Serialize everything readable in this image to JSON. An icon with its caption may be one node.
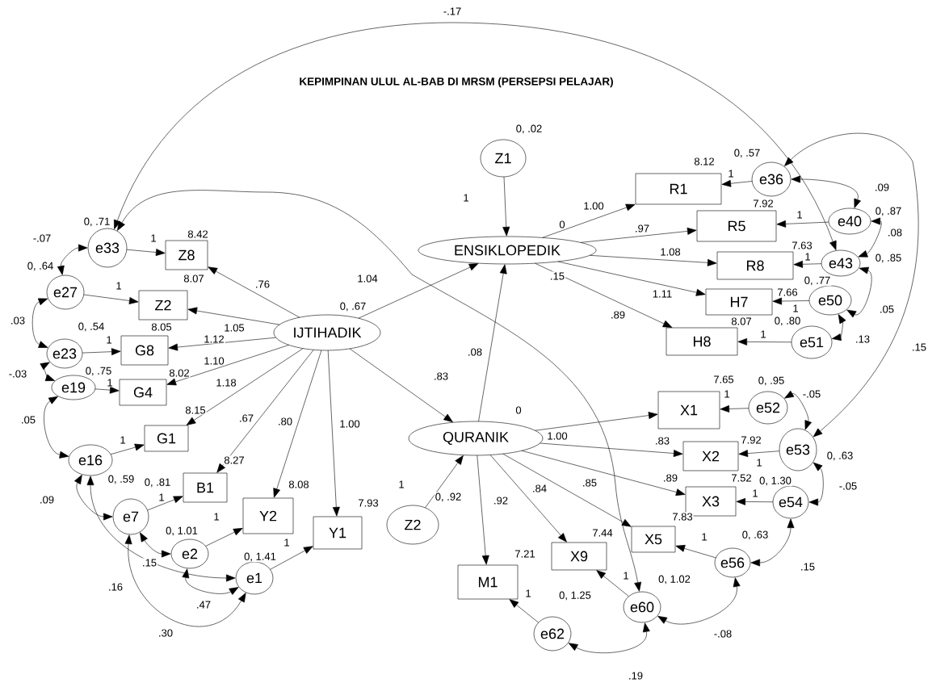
{
  "diagram": {
    "title": "KEPIMPINAN ULUL AL-BAB DI MRSM (PERSEPSI PELAJAR)",
    "nodes": [
      {
        "text": [
          "IJTIHADIK"
        ],
        "beside": [
          "0, .67"
        ]
      },
      {
        "text": [
          "ENSIKLOPEDIK"
        ],
        "beside": [
          "0",
          ".15"
        ]
      },
      {
        "text": [
          "QURANIK"
        ],
        "beside": [
          "0"
        ]
      },
      {
        "text": [
          "Z1"
        ],
        "beside": [
          "0, .02"
        ]
      },
      {
        "text": [
          "Z2"
        ],
        "beside": [
          "0, .92"
        ]
      },
      {
        "text": [
          "Z8"
        ],
        "beside": [
          "8.42"
        ]
      },
      {
        "text": [
          "Z2"
        ],
        "beside": [
          "8.07"
        ]
      },
      {
        "text": [
          "G8"
        ],
        "beside": [
          "8.05"
        ]
      },
      {
        "text": [
          "G4"
        ],
        "beside": [
          "8.02"
        ]
      },
      {
        "text": [
          "G1"
        ],
        "beside": [
          "8.15"
        ]
      },
      {
        "text": [
          "B1"
        ],
        "beside": [
          "8.27"
        ]
      },
      {
        "text": [
          "Y2"
        ],
        "beside": [
          "8.08"
        ]
      },
      {
        "text": [
          "Y1"
        ],
        "beside": [
          "7.93"
        ]
      },
      {
        "text": [
          "e33"
        ],
        "beside": [
          "0, .71"
        ]
      },
      {
        "text": [
          "e27"
        ],
        "beside": [
          "0, .64"
        ]
      },
      {
        "text": [
          "e23"
        ],
        "beside": [
          "0, .54"
        ]
      },
      {
        "text": [
          "e19"
        ],
        "beside": [
          "0, .75"
        ]
      },
      {
        "text": [
          "e16"
        ],
        "beside": [
          "0, .59"
        ]
      },
      {
        "text": [
          "e7"
        ],
        "beside": [
          "0, .81"
        ]
      },
      {
        "text": [
          "e2"
        ],
        "beside": [
          "0, 1.01"
        ]
      },
      {
        "text": [
          "e1"
        ],
        "beside": [
          "0, 1.41"
        ]
      },
      {
        "text": [
          "R1"
        ],
        "beside": [
          "8.12"
        ]
      },
      {
        "text": [
          "R5"
        ],
        "beside": [
          "7.92"
        ]
      },
      {
        "text": [
          "R8"
        ],
        "beside": [
          "7.63"
        ]
      },
      {
        "text": [
          "H7"
        ],
        "beside": [
          "7.66"
        ]
      },
      {
        "text": [
          "H8"
        ],
        "beside": [
          "8.07"
        ]
      },
      {
        "text": [
          "e36"
        ],
        "beside": [
          "0, .57"
        ]
      },
      {
        "text": [
          "e40"
        ],
        "beside": [
          "0, .87"
        ]
      },
      {
        "text": [
          "e43"
        ],
        "beside": [
          "0, .85"
        ]
      },
      {
        "text": [
          "e50"
        ],
        "beside": [
          "0, .77"
        ]
      },
      {
        "text": [
          "e51"
        ],
        "beside": [
          "0, .80"
        ]
      },
      {
        "text": [
          "X1"
        ],
        "beside": [
          "7.65"
        ]
      },
      {
        "text": [
          "X2"
        ],
        "beside": [
          "7.92"
        ]
      },
      {
        "text": [
          "X3"
        ],
        "beside": [
          "7.52"
        ]
      },
      {
        "text": [
          "X5"
        ],
        "beside": [
          "7.83"
        ]
      },
      {
        "text": [
          "X9"
        ],
        "beside": [
          "7.44"
        ]
      },
      {
        "text": [
          "M1"
        ],
        "beside": [
          "7.21"
        ]
      },
      {
        "text": [
          "e52"
        ],
        "beside": [
          "0, .95"
        ]
      },
      {
        "text": [
          "e53"
        ],
        "beside": [
          "0, .63"
        ]
      },
      {
        "text": [
          "e54"
        ],
        "beside": [
          "0, 1.30"
        ]
      },
      {
        "text": [
          "e56"
        ],
        "beside": [
          "0, .63"
        ]
      },
      {
        "text": [
          "e60"
        ],
        "beside": [
          "0, 1.02"
        ]
      },
      {
        "text": [
          "e62"
        ],
        "beside": [
          "0, 1.25"
        ]
      }
    ],
    "edges": [
      {
        "from": 0,
        "to": 1,
        "arrow": "to",
        "label": "1.04"
      },
      {
        "from": 0,
        "to": 2,
        "arrow": "to",
        "label": ".83"
      },
      {
        "from": 2,
        "to": 1,
        "arrow": "to",
        "label": ".08"
      },
      {
        "from": 3,
        "to": 1,
        "arrow": "to",
        "label": "1"
      },
      {
        "from": 4,
        "to": 2,
        "arrow": "to",
        "label": "1"
      },
      {
        "from": 0,
        "to": 5,
        "arrow": "to",
        "label": ".76"
      },
      {
        "from": 0,
        "to": 6,
        "arrow": "to",
        "label": "1.05"
      },
      {
        "from": 0,
        "to": 7,
        "arrow": "to",
        "label": "1.12"
      },
      {
        "from": 0,
        "to": 8,
        "arrow": "to",
        "label": "1.10"
      },
      {
        "from": 0,
        "to": 9,
        "arrow": "to",
        "label": "1.18"
      },
      {
        "from": 0,
        "to": 10,
        "arrow": "to",
        "label": ".67"
      },
      {
        "from": 0,
        "to": 11,
        "arrow": "to",
        "label": ".80"
      },
      {
        "from": 0,
        "to": 12,
        "arrow": "to",
        "label": "1.00"
      },
      {
        "from": 13,
        "to": 5,
        "arrow": "to",
        "label": "1"
      },
      {
        "from": 14,
        "to": 6,
        "arrow": "to",
        "label": "1"
      },
      {
        "from": 15,
        "to": 7,
        "arrow": "to",
        "label": "1"
      },
      {
        "from": 16,
        "to": 8,
        "arrow": "to",
        "label": "1"
      },
      {
        "from": 17,
        "to": 9,
        "arrow": "to",
        "label": "1"
      },
      {
        "from": 18,
        "to": 10,
        "arrow": "to",
        "label": "1"
      },
      {
        "from": 19,
        "to": 11,
        "arrow": "to",
        "label": "1"
      },
      {
        "from": 20,
        "to": 12,
        "arrow": "to",
        "label": "1"
      },
      {
        "from": 13,
        "to": 14,
        "arrow": "both",
        "label": "-.07"
      },
      {
        "from": 14,
        "to": 15,
        "arrow": "both",
        "label": ".03"
      },
      {
        "from": 15,
        "to": 16,
        "arrow": "both",
        "label": "-.03"
      },
      {
        "from": 16,
        "to": 17,
        "arrow": "both",
        "label": ".05"
      },
      {
        "from": 17,
        "to": 18,
        "arrow": "both",
        "label": ".09"
      },
      {
        "from": 18,
        "to": 19,
        "arrow": "both",
        "label": ".15"
      },
      {
        "from": 17,
        "to": 20,
        "arrow": "both",
        "label": ".16"
      },
      {
        "from": 18,
        "to": 20,
        "arrow": "both",
        "label": ".30"
      },
      {
        "from": 19,
        "to": 20,
        "arrow": "both",
        "label": ".47"
      },
      {
        "from": 13,
        "to": 28,
        "arrow": "both",
        "label": "-.17"
      },
      {
        "from": 13,
        "to": 41,
        "arrow": "both"
      },
      {
        "from": 26,
        "to": 27,
        "arrow": "both",
        "label": ".09"
      },
      {
        "from": 27,
        "to": 28,
        "arrow": "both",
        "label": ".08"
      },
      {
        "from": 28,
        "to": 29,
        "arrow": "both",
        "label": ".05"
      },
      {
        "from": 29,
        "to": 30,
        "arrow": "both",
        "label": ".13"
      },
      {
        "from": 26,
        "to": 38,
        "arrow": "both",
        "label": ".15"
      },
      {
        "from": 37,
        "to": 38,
        "arrow": "both",
        "label": "-.05"
      },
      {
        "from": 38,
        "to": 39,
        "arrow": "both",
        "label": "-.05"
      },
      {
        "from": 39,
        "to": 40,
        "arrow": "both",
        "label": ".15"
      },
      {
        "from": 40,
        "to": 41,
        "arrow": "both",
        "label": "-.08"
      },
      {
        "from": 41,
        "to": 42,
        "arrow": "both",
        "label": ".19"
      },
      {
        "from": 26,
        "to": 21,
        "arrow": "to",
        "label": "1"
      },
      {
        "from": 27,
        "to": 22,
        "arrow": "to",
        "label": "1"
      },
      {
        "from": 28,
        "to": 23,
        "arrow": "to",
        "label": "1"
      },
      {
        "from": 29,
        "to": 24,
        "arrow": "to",
        "label": "1"
      },
      {
        "from": 30,
        "to": 25,
        "arrow": "to",
        "label": "1"
      },
      {
        "from": 37,
        "to": 31,
        "arrow": "to",
        "label": "1"
      },
      {
        "from": 38,
        "to": 32,
        "arrow": "to",
        "label": "1"
      },
      {
        "from": 39,
        "to": 33,
        "arrow": "to",
        "label": "1"
      },
      {
        "from": 40,
        "to": 34,
        "arrow": "to",
        "label": "1"
      },
      {
        "from": 41,
        "to": 35,
        "arrow": "to",
        "label": "1"
      },
      {
        "from": 42,
        "to": 36,
        "arrow": "to",
        "label": "1"
      },
      {
        "from": 1,
        "to": 21,
        "arrow": "to",
        "label": "1.00"
      },
      {
        "from": 1,
        "to": 22,
        "arrow": "to",
        "label": ".97"
      },
      {
        "from": 1,
        "to": 23,
        "arrow": "to",
        "label": "1.08"
      },
      {
        "from": 1,
        "to": 24,
        "arrow": "to",
        "label": "1.11"
      },
      {
        "from": 1,
        "to": 25,
        "arrow": "to",
        "label": ".89"
      },
      {
        "from": 2,
        "to": 31,
        "arrow": "to",
        "label": "1.00"
      },
      {
        "from": 2,
        "to": 32,
        "arrow": "to",
        "label": ".83"
      },
      {
        "from": 2,
        "to": 33,
        "arrow": "to",
        "label": ".89"
      },
      {
        "from": 2,
        "to": 34,
        "arrow": "to",
        "label": ".85"
      },
      {
        "from": 2,
        "to": 35,
        "arrow": "to",
        "label": ".84"
      },
      {
        "from": 2,
        "to": 36,
        "arrow": "to",
        "label": ".92"
      }
    ]
  }
}
